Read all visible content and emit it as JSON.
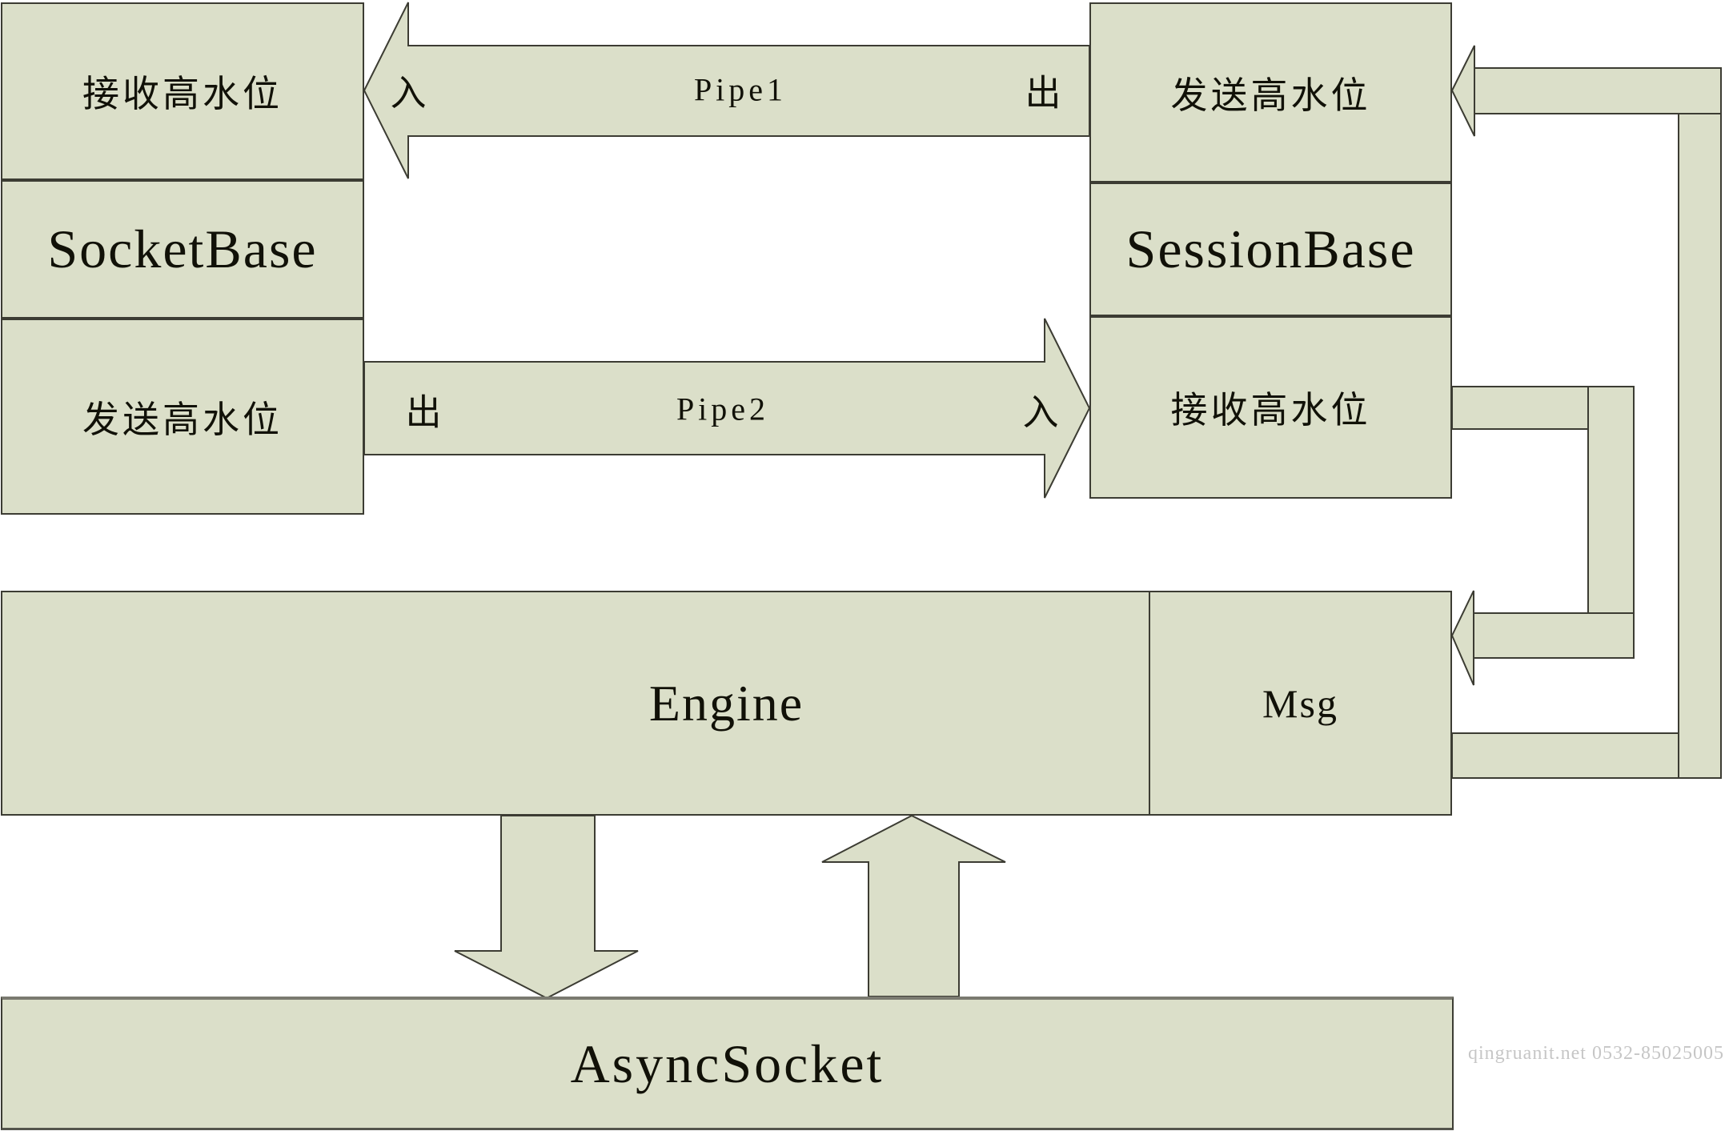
{
  "colors": {
    "shape_fill": "#dbdfc9",
    "shape_border": "#3c3c33",
    "watermark": "#c6c6c6"
  },
  "left_stack": {
    "rows": [
      {
        "label": "接收高水位"
      },
      {
        "label": "SocketBase"
      },
      {
        "label": "发送高水位"
      }
    ]
  },
  "right_stack": {
    "rows": [
      {
        "label": "发送高水位"
      },
      {
        "label": "SessionBase"
      },
      {
        "label": "接收高水位"
      }
    ]
  },
  "pipes": {
    "pipe1": {
      "name": "Pipe1",
      "left_label": "入",
      "right_label": "出"
    },
    "pipe2": {
      "name": "Pipe2",
      "left_label": "出",
      "right_label": "入"
    }
  },
  "engine": {
    "label": "Engine",
    "msg_label": "Msg"
  },
  "async_socket": {
    "label": "AsyncSocket"
  },
  "watermark": {
    "text": "qingruanit.net 0532-85025005"
  }
}
